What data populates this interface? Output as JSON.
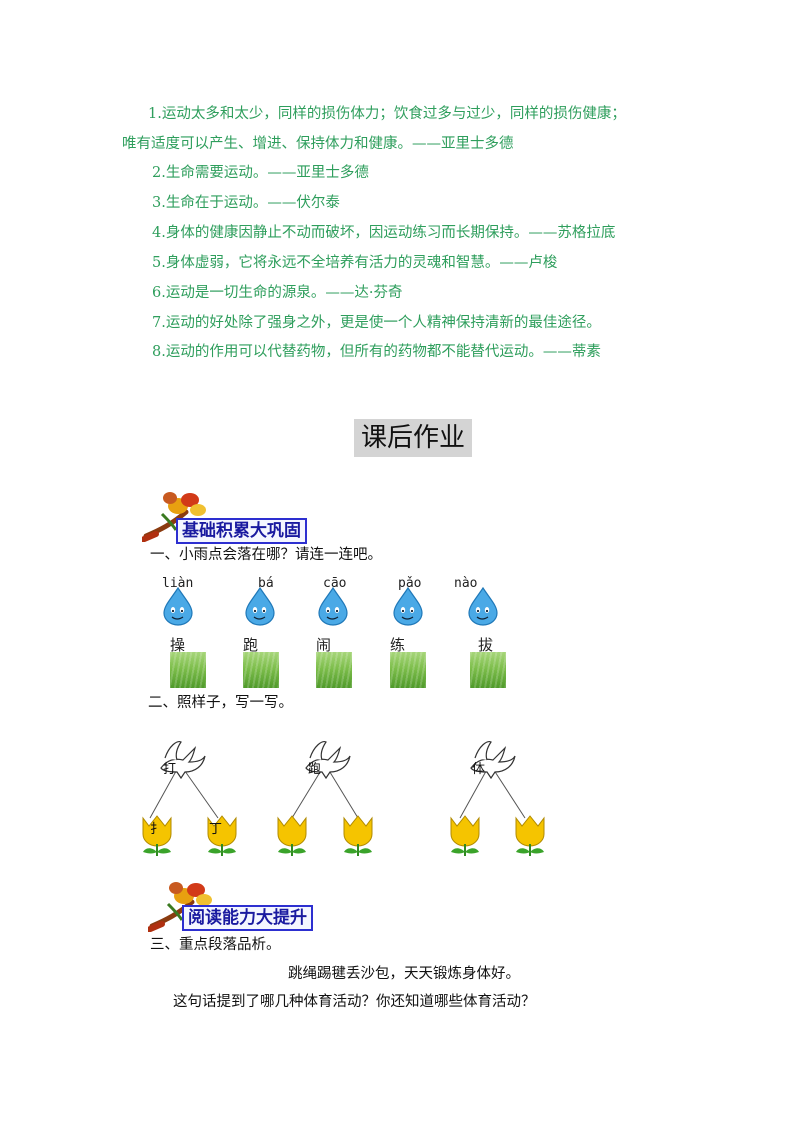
{
  "quotes": [
    "1.运动太多和太少，同样的损伤体力；饮食过多与过少，同样的损伤健康；",
    "唯有适度可以产生、增进、保持体力和健康。——亚里士多德",
    "2.生命需要运动。——亚里士多德",
    "3.生命在于运动。——伏尔泰",
    "4.身体的健康因静止不动而破坏，因运动练习而长期保持。——苏格拉底",
    "5.身体虚弱，它将永远不全培养有活力的灵魂和智慧。——卢梭",
    "6.运动是一切生命的源泉。——达·芬奇",
    "7.运动的好处除了强身之外，更是使一个人精神保持清新的最佳途径。",
    "8.运动的作用可以代替药物，但所有的药物都不能替代运动。——蒂素"
  ],
  "homework_title": "课后作业",
  "section1": {
    "banner": "基础积累大巩固",
    "q1": "一、小雨点会落在哪？请连一连吧。",
    "pinyin": [
      "liàn",
      "bá",
      "cāo",
      "pǎo",
      "nào"
    ],
    "characters": [
      "操",
      "跑",
      "闹",
      "练",
      "拔"
    ],
    "q2": "二、照样子，写一写。",
    "doves": [
      "打",
      "跑",
      "体"
    ],
    "flowers_example": [
      "扌",
      "丁"
    ]
  },
  "section2": {
    "banner": "阅读能力大提升",
    "q3": "三、重点段落品析。",
    "passage": "跳绳踢毽丢沙包，天天锻炼身体好。",
    "question": "这句话提到了哪几种体育活动？你还知道哪些体育活动？"
  },
  "colors": {
    "quote_green": "#2e9e5c",
    "banner_blue": "#2d2fd0",
    "title_bg": "#d4d4d4",
    "drop_blue": "#4aa9e6",
    "tulip_yellow": "#f5c400"
  }
}
